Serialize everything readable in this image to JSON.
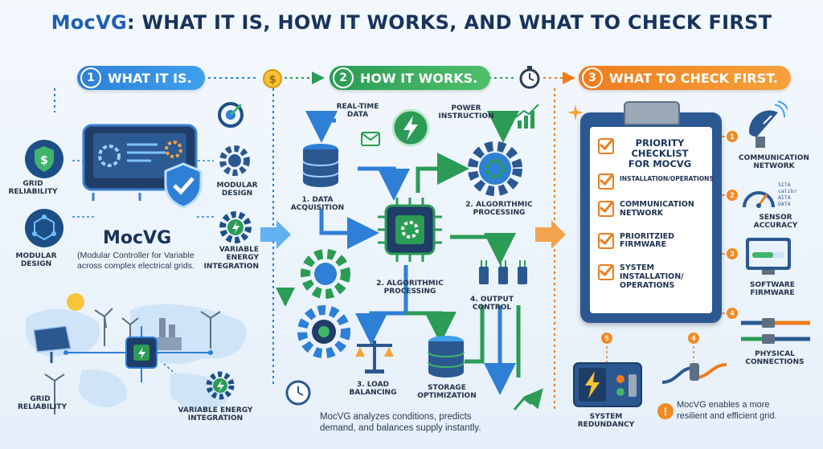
{
  "title": {
    "brand": "MocVG",
    "rest": ": WHAT IT IS, HOW IT WORKS, AND WHAT TO CHECK FIRST"
  },
  "sections": [
    {
      "num": "1",
      "label": "WHAT IT IS."
    },
    {
      "num": "2",
      "label": "HOW IT WORKS."
    },
    {
      "num": "3",
      "label": "WHAT TO CHECK FIRST."
    }
  ],
  "section1": {
    "grid_reliability_top": "GRID\nRELIABILITY",
    "modular_design_left": "MODULAR\nDESIGN",
    "modular_design_right": "MODULAR\nDESIGN",
    "variable_energy": "VARIABLE\nENERGY\nINTEGRATION",
    "name": "MocVG",
    "description": "(Modular Controller for Variable across complex electrical grids.",
    "grid_reliability_bottom": "GRID\nRELIABILITY",
    "variable_energy_bottom": "VARIABLE ENERGY\nINTEGRATION"
  },
  "section2": {
    "real_time_data": "REAL-TIME\nDATA",
    "power_instruction": "POWER\nINSTRUCTION",
    "data_acquisition": "1. DATA\nACQUISITION",
    "algorithmic_processing_right": "2. ALGORITHMIC\nPROCESSING",
    "algorithmic_processing_center": "2. ALGORITHMIC\nPROCESSING",
    "output_control": "4. OUTPUT\nCONTROL",
    "load_balancing": "3. LOAD\nBALANCING",
    "storage_optimization": "STORAGE\nOPTIMIZATION",
    "summary": "MocVG analyzes conditions, predicts\ndemand, and balances supply instantly."
  },
  "section3": {
    "checklist_title": "PRIORITY\nCHECKLIST\nFOR MocVG",
    "checklist_subtitle": "INSTALLATION/OPERATIONS",
    "items": [
      "COMMUNICATION\nNETWORK",
      "PRIORITZIED\nFIRMWARE",
      "SYSTEM\nINSTALLATION/\nOPERATIONS"
    ],
    "side": [
      {
        "num": "1",
        "label": "COMMUNICATION\nNETWORK"
      },
      {
        "num": "2",
        "label": "SENSOR\nACCURACY"
      },
      {
        "num": "3",
        "label": "SOFTWARE\nFIRMWARE"
      },
      {
        "num": "4",
        "label": "PHYSICAL\nCONNECTIONS"
      },
      {
        "num": "5",
        "label": "SYSTEM\nREDUNDANCY"
      }
    ],
    "badge_4": "4",
    "badge_5": "5",
    "sensor_readout": [
      "SITA",
      "calibr",
      "AITA",
      "DATA"
    ],
    "note": "MocVG enables a more\nresilient and efficient grid."
  },
  "colors": {
    "blue": "#2e7fd6",
    "green": "#2b9b55",
    "orange": "#ee7d1d",
    "navy": "#18335c"
  },
  "icons": [
    "shield-check-icon",
    "gear-icon",
    "chip-icon",
    "database-icon",
    "balance-scale-icon",
    "storage-icon",
    "clipboard-icon",
    "satellite-dish-icon",
    "gauge-icon",
    "battery-icon",
    "cable-icon",
    "clock-icon",
    "coin-icon",
    "stopwatch-icon"
  ]
}
